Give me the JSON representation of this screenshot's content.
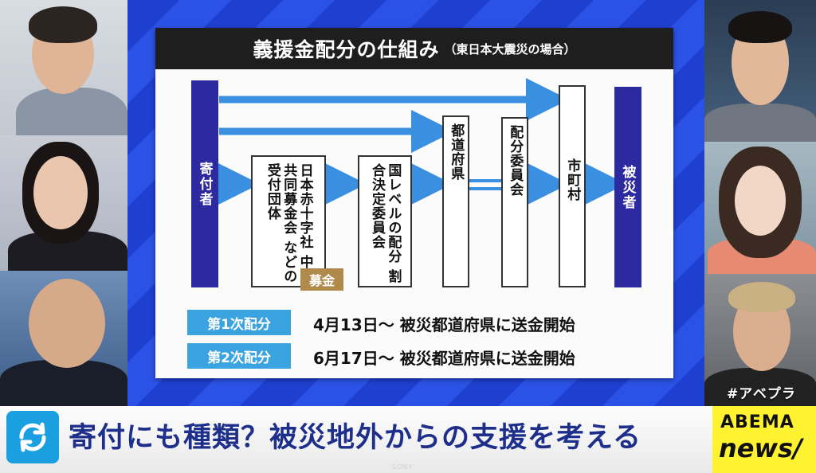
{
  "board": {
    "title": "義援金配分の仕組み",
    "subtitle": "（東日本大震災の場合）",
    "donor": "寄付者",
    "victim": "被災者",
    "receiver": "日本赤十字社 中央共同募金会 などの受付団体",
    "national_committee": "国レベルの配分 割合決定委員会",
    "prefecture": "都道府県",
    "allocation_committee": "配分委員会",
    "municipality": "市町村",
    "fundraising_tag": "募金",
    "distributions": [
      {
        "label": "第1次配分",
        "text": "4月13日～ 被災都道府県に送金開始"
      },
      {
        "label": "第2次配分",
        "text": "6月17日～ 被災都道府県に送金開始"
      }
    ]
  },
  "ticker": {
    "headline": "寄付にも種類？被災地外からの支援を考える"
  },
  "branding": {
    "abema_line1": "ABEMA",
    "abema_line2": "news/",
    "hashtag": "#アベプラ",
    "tv_brand": "SONY"
  },
  "colors": {
    "stage_blue": "#2b52e6",
    "diagram_navy": "#2d2aa0",
    "arrow_blue": "#3a8fe0",
    "label_blue": "#3aa3e0",
    "tag_gold": "#b08a4a",
    "abema_yellow": "#fff230"
  }
}
